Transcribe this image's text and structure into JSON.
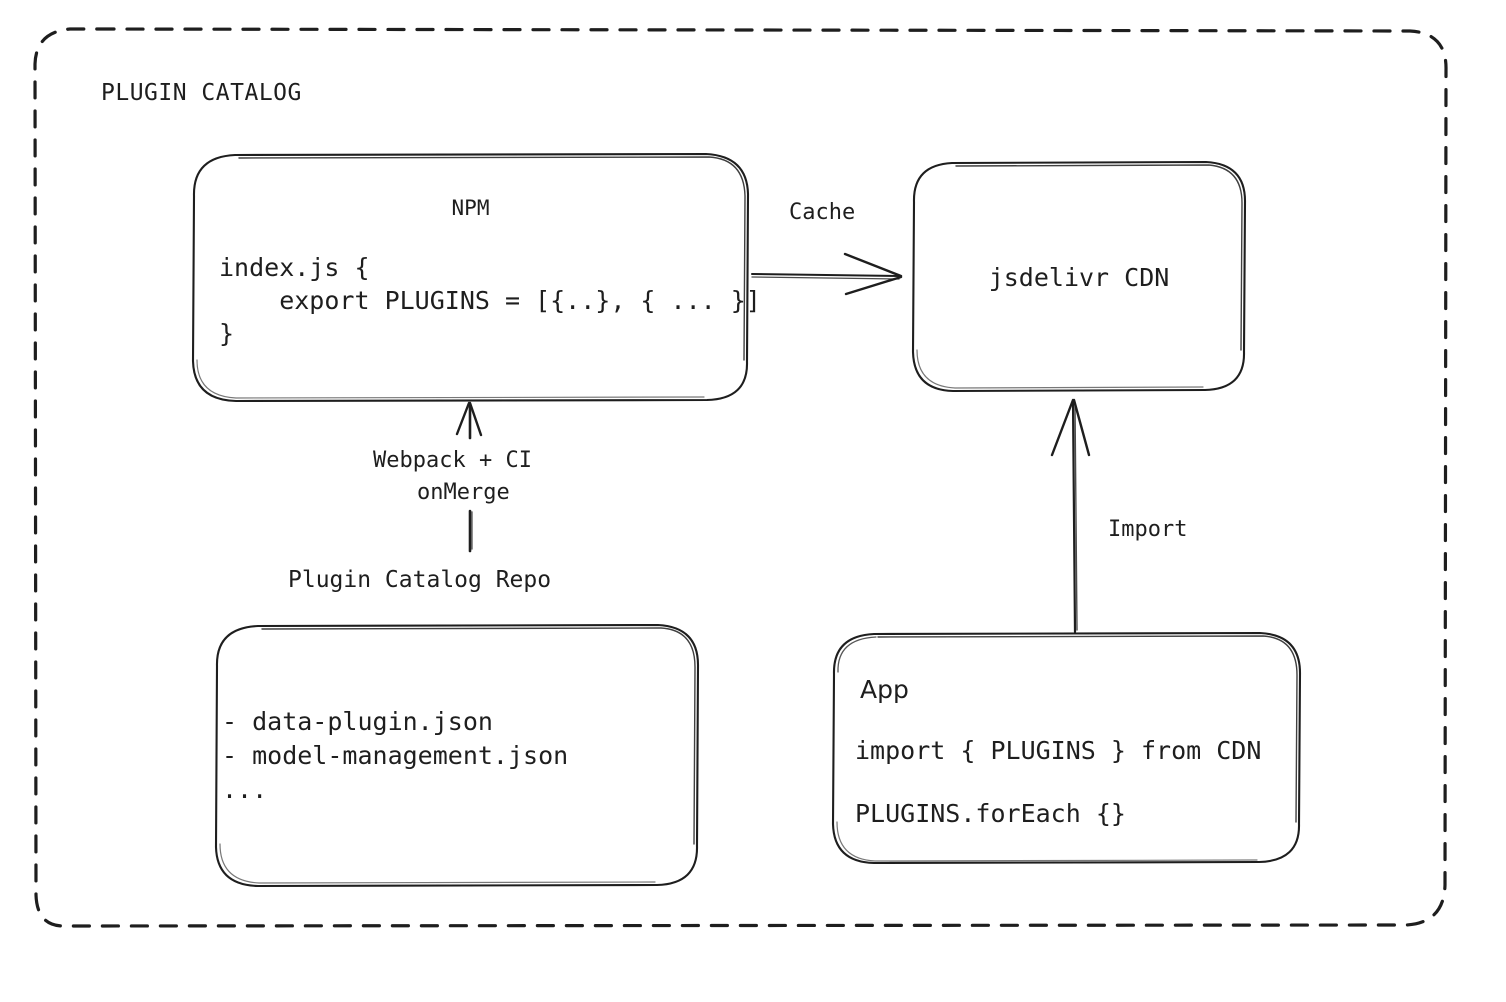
{
  "diagram": {
    "title": "PLUGIN CATALOG",
    "stroke_color": "#1e1e1e",
    "background_color": "#ffffff"
  },
  "nodes": {
    "npm": {
      "title": "NPM",
      "code": [
        "index.js {",
        "    export PLUGINS = [{..}, { ... }]",
        "}"
      ]
    },
    "cdn": {
      "title": "jsdelivr CDN"
    },
    "repo": {
      "label": "Plugin Catalog Repo",
      "items": [
        "- data-plugin.json",
        "- model-management.json",
        "..."
      ]
    },
    "app": {
      "title": "App",
      "code": [
        "import { PLUGINS } from CDN",
        "PLUGINS.forEach {}"
      ]
    }
  },
  "edges": {
    "cache": {
      "label": "Cache",
      "from": "npm",
      "to": "cdn",
      "direction": "right"
    },
    "build": {
      "label_line1": "Webpack + CI",
      "label_line2": "onMerge",
      "from": "repo",
      "to": "npm",
      "direction": "up"
    },
    "import": {
      "label": "Import",
      "from": "app",
      "to": "cdn",
      "direction": "up"
    }
  }
}
